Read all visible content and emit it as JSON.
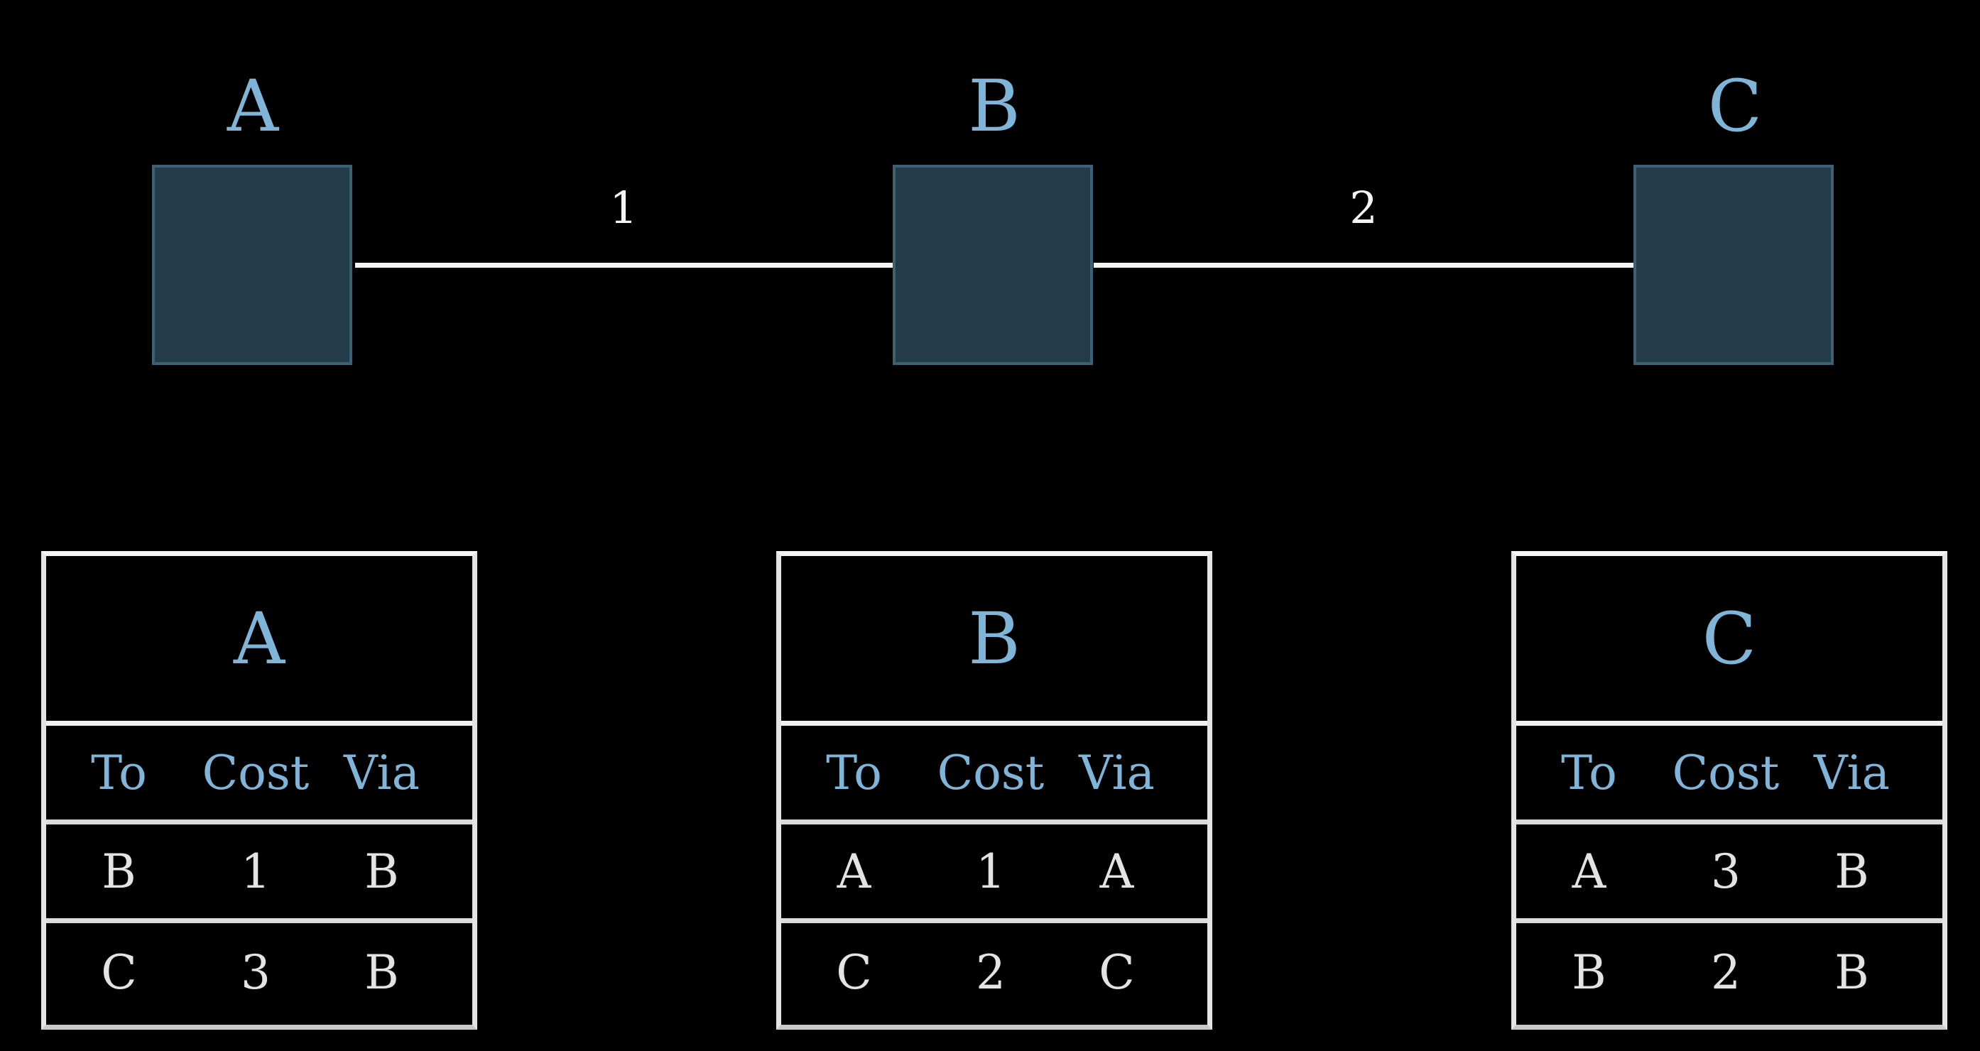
{
  "nodes": [
    {
      "label": "A"
    },
    {
      "label": "B"
    },
    {
      "label": "C"
    }
  ],
  "links": [
    {
      "from": "A",
      "to": "B",
      "cost": "1"
    },
    {
      "from": "B",
      "to": "C",
      "cost": "2"
    }
  ],
  "tables": [
    {
      "title": "A",
      "headers": [
        "To",
        "Cost",
        "Via"
      ],
      "rows": [
        [
          "B",
          "1",
          "B"
        ],
        [
          "C",
          "3",
          "B"
        ]
      ]
    },
    {
      "title": "B",
      "headers": [
        "To",
        "Cost",
        "Via"
      ],
      "rows": [
        [
          "A",
          "1",
          "A"
        ],
        [
          "C",
          "2",
          "C"
        ]
      ]
    },
    {
      "title": "C",
      "headers": [
        "To",
        "Cost",
        "Via"
      ],
      "rows": [
        [
          "A",
          "3",
          "B"
        ],
        [
          "B",
          "2",
          "B"
        ]
      ]
    }
  ],
  "colors": {
    "background": "#000000",
    "accent_blue": "#7fb5d8",
    "node_fill": "#243c49",
    "node_border": "#3b6173",
    "line": "#f4f4f4"
  }
}
